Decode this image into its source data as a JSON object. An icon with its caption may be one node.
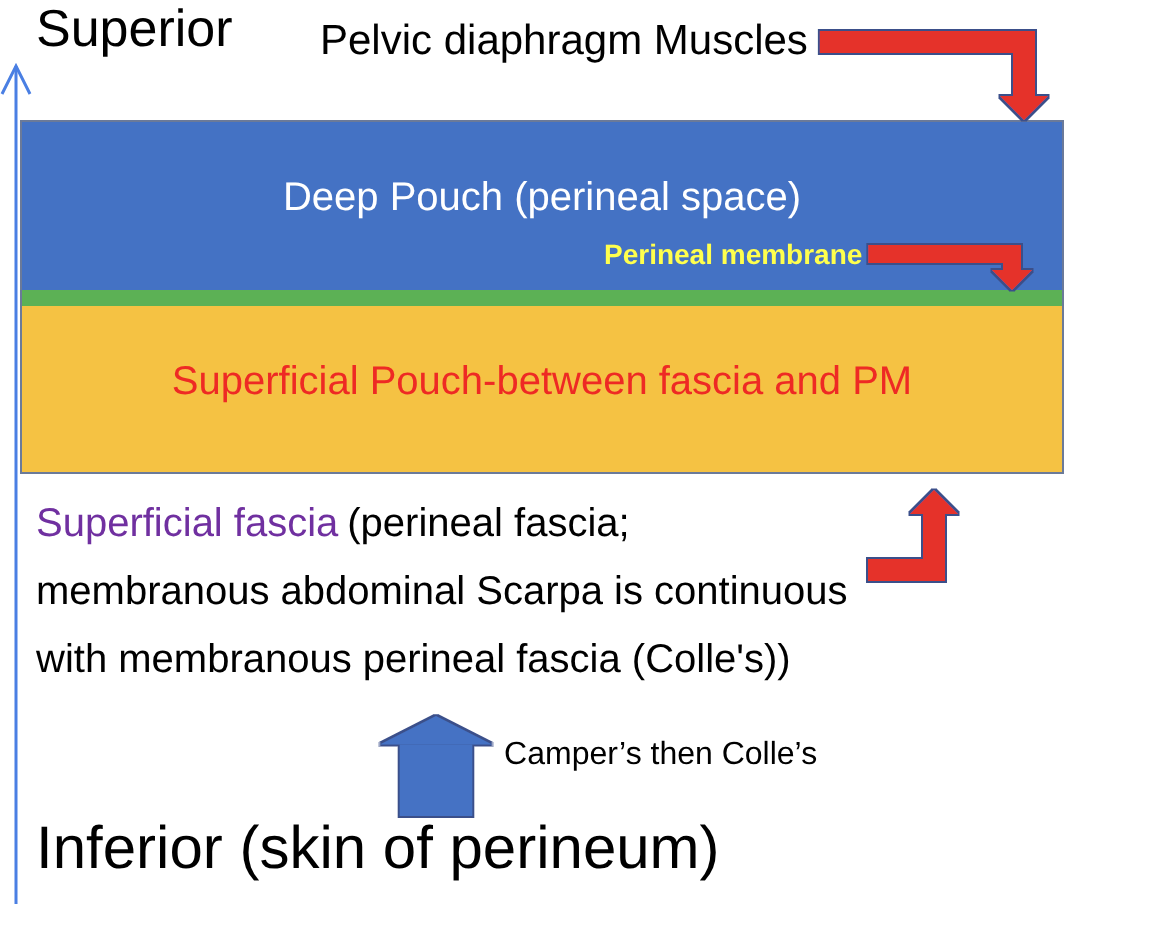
{
  "diagram": {
    "nodes": [
      {
        "text": [
          "Pelvic diaphragm Muscles"
        ]
      },
      {
        "text": [
          "Deep Pouch (perineal space)"
        ]
      },
      {
        "text": [
          "Perineal membrane"
        ],
        "in": 1
      },
      {
        "text": [],
        "shape": "bar"
      },
      {
        "text": [
          "Superficial Pouch-between fascia and PM"
        ]
      },
      {
        "text": [
          "Superficial fascia",
          "(perineal fascia; membranous abdominal Scarpa is continuous with membranous perineal fascia (Colle's))"
        ]
      },
      {
        "text": [
          "Inferior (skin of perineum)"
        ]
      }
    ],
    "edges": [
      {
        "from": 0,
        "to": 1,
        "arrow": "to"
      },
      {
        "from": 2,
        "to": 3,
        "arrow": "to"
      },
      {
        "from": 5,
        "to": 4,
        "arrow": "to"
      },
      {
        "from": 6,
        "to": 5,
        "arrow": "to",
        "style": "thick",
        "color": "#4472c4",
        "label": "Camper’s then Colle’s"
      }
    ],
    "labels": [
      "Superior"
    ]
  }
}
